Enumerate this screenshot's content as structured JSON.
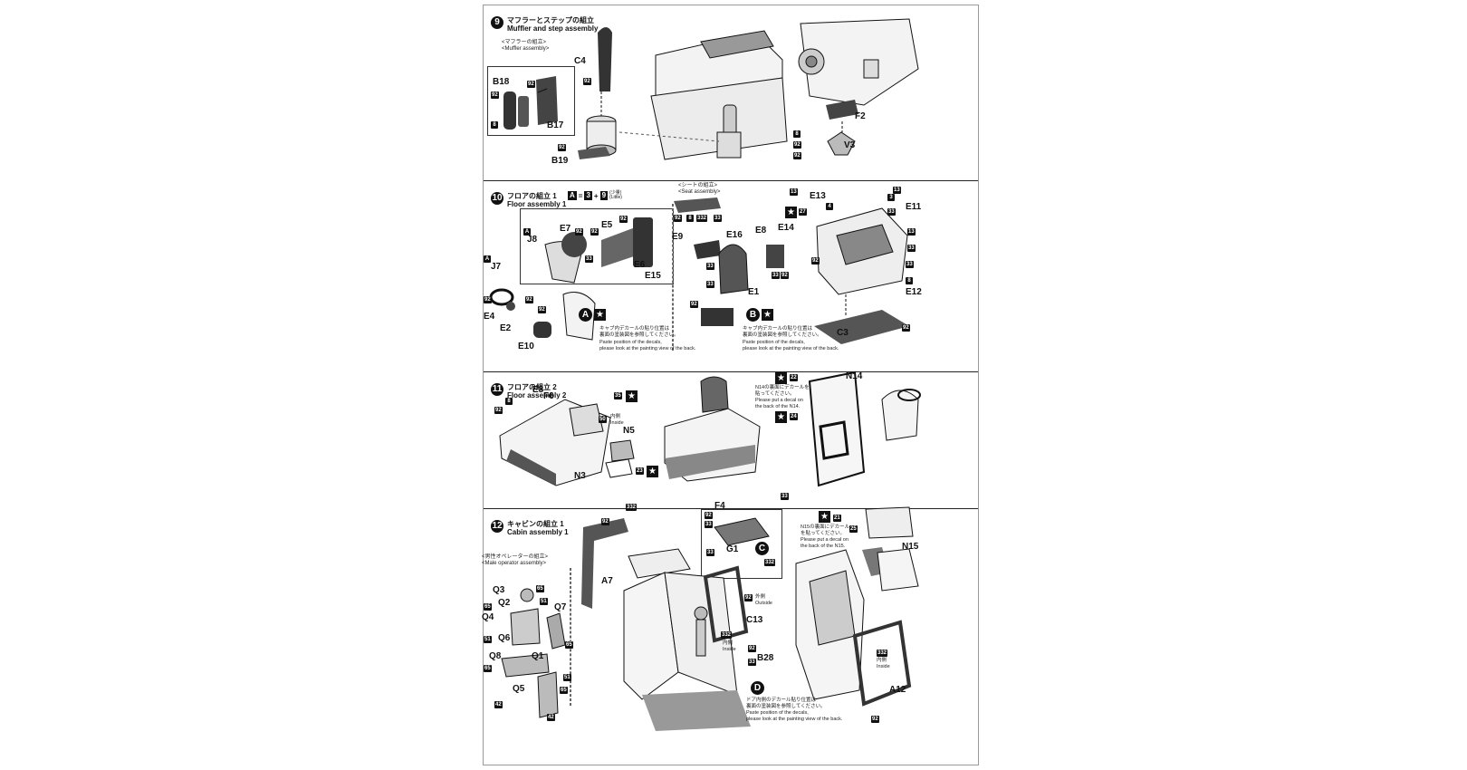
{
  "sections": [
    {
      "id": "9",
      "jp": "マフラーとステップの組立",
      "en": "Muffler and step assembly",
      "sub_jp": "<マフラーの組立>",
      "sub_en": "<Muffler assembly>",
      "parts": [
        "C4",
        "B18",
        "B17",
        "B19",
        "F2",
        "V3"
      ],
      "tags": [
        "92",
        "92",
        "8",
        "92",
        "92",
        "8",
        "92",
        "92"
      ]
    },
    {
      "id": "10",
      "jp": "フロアの組立 1",
      "en": "Floor assembly 1",
      "formula": {
        "a": "A",
        "eq": "=",
        "b": "3",
        "plus": "+",
        "c": "9",
        "paren": "(少量)\n(Little)"
      },
      "seat_jp": "<シートの組立>",
      "seat_en": "<Seat assembly>",
      "parts": [
        "J8",
        "E7",
        "E5",
        "E6",
        "E15",
        "J7",
        "E4",
        "E2",
        "E10",
        "E9",
        "E16",
        "E8",
        "E14",
        "E1",
        "E13",
        "E11",
        "E12",
        "C3"
      ],
      "tags": [
        "92",
        "92",
        "92",
        "33",
        "92",
        "92",
        "92",
        "92",
        "92",
        "8",
        "332",
        "33",
        "33",
        "33",
        "33",
        "92",
        "92",
        "13",
        "4",
        "27",
        "13",
        "3",
        "33",
        "13",
        "33",
        "92",
        "8",
        "33",
        "92"
      ],
      "markA": "A",
      "markB": "B",
      "star": "★",
      "decal_jp": "キャブ内デカールの貼り位置は\n裏面の塗装図を参照してください。",
      "decal_en": "Paste position of the decals,\nplease look at the painting view of the back.",
      "decal_jp_b": "キャブ内デカールの貼り位置は\n裏面の塗装図を参照してください。",
      "decal_en_b": "Paste position of the decals,\nplease look at the painting view of the back."
    },
    {
      "id": "11",
      "jp": "フロアの組立 2",
      "en": "Floor assembly 2",
      "parts": [
        "E3",
        "F6",
        "N5",
        "N3",
        "N14"
      ],
      "tags": [
        "92",
        "8",
        "35",
        "50",
        "23",
        "22",
        "24"
      ],
      "inside_jp": "内側",
      "inside_en": "Inside",
      "n14_jp": "N14の裏面にデカールを\n貼ってください。",
      "n14_en": "Please put a decal on\nthe back of the N14."
    },
    {
      "id": "12",
      "jp": "キャビンの組立 1",
      "en": "Cabin assembly 1",
      "op_jp": "<男性オペレーターの組立>",
      "op_en": "<Male operator assembly>",
      "parts": [
        "A7",
        "C13",
        "B28",
        "A12",
        "N15",
        "F4",
        "G1",
        "Q3",
        "Q2",
        "Q4",
        "Q6",
        "Q7",
        "Q8",
        "Q1",
        "Q5"
      ],
      "tags": [
        "92",
        "332",
        "92",
        "33",
        "33",
        "92",
        "33",
        "332",
        "92",
        "332",
        "33",
        "332",
        "92",
        "21",
        "25",
        "65",
        "51",
        "65",
        "51",
        "65",
        "65",
        "51",
        "42",
        "65",
        "42"
      ],
      "outside_jp": "外側",
      "outside_en": "Outside",
      "inside_jp": "内側",
      "inside_en": "Inside",
      "markC": "C",
      "markD": "D",
      "n15_jp": "N15の裏面にデカール\nを貼ってください。",
      "n15_en": "Please put a decal on\nthe back of the N15.",
      "decal_jp": "ドア内側のデカール貼り位置は\n裏面の塗装図を参照してください。",
      "decal_en": "Paste position of the decals,\nplease look at the painting view of the back."
    }
  ]
}
